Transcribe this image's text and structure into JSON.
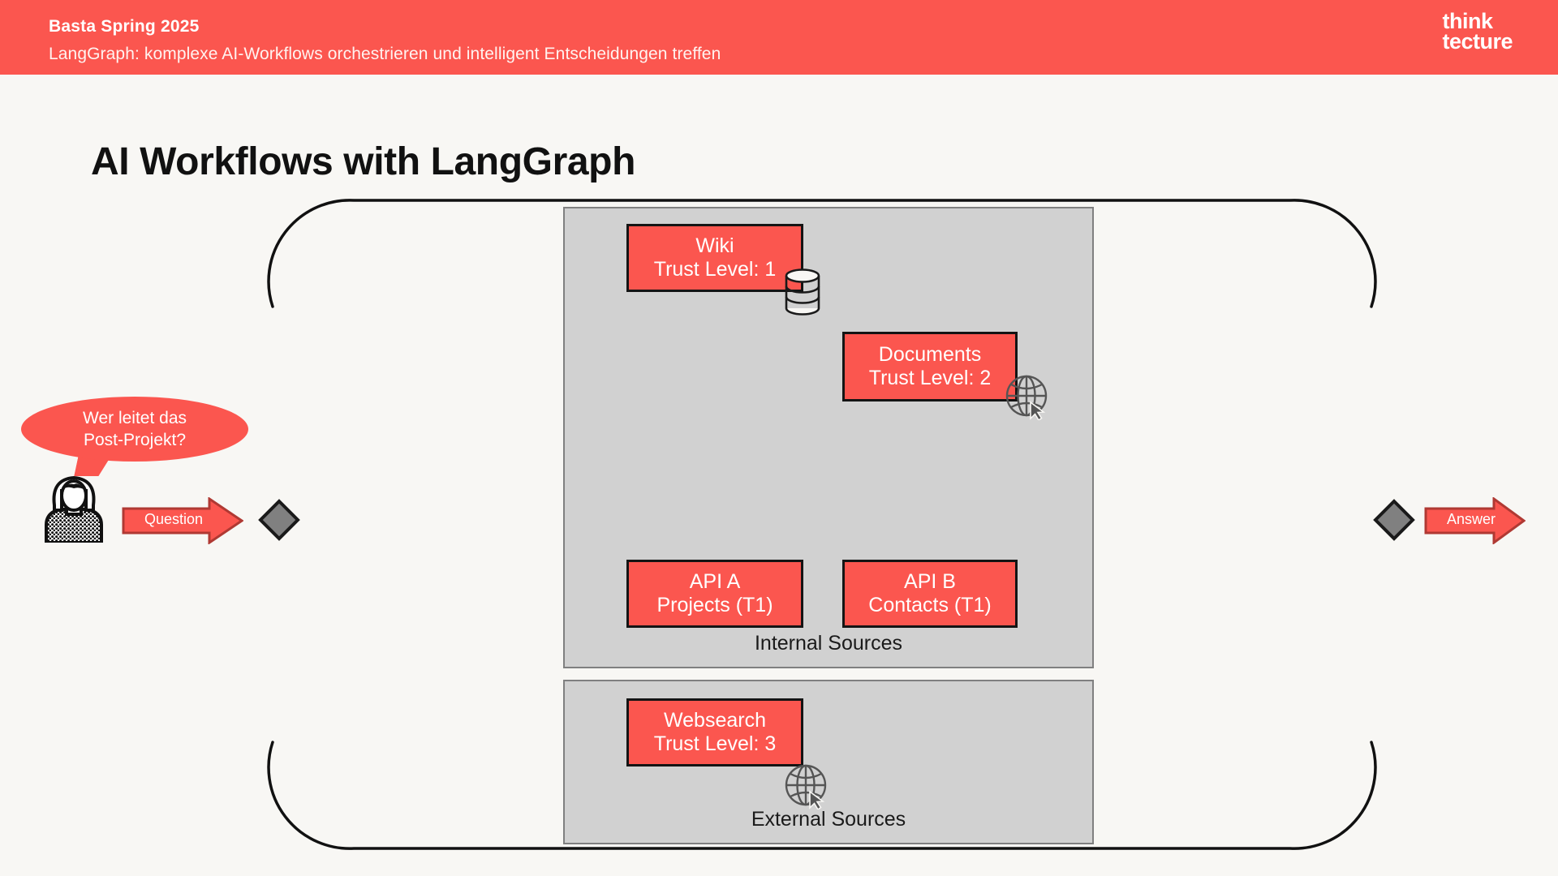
{
  "header": {
    "event": "Basta Spring 2025",
    "subtitle": "LangGraph: komplexe AI-Workflows orchestrieren und intelligent Entscheidungen treffen",
    "logo_line1": "think",
    "logo_line2": "tecture",
    "bar_color": "#FB564F",
    "text_color": "#FFFFFF"
  },
  "slide": {
    "title": "AI Workflows with LangGraph",
    "background_color": "#F8F7F4",
    "title_color": "#111111"
  },
  "user": {
    "speech_bubble": "Wer leitet das\nPost-Projekt?",
    "avatar_icon": "person-icon"
  },
  "flow": {
    "question_label": "Question",
    "answer_label": "Answer",
    "left_node_icon": "diamond-node",
    "right_node_icon": "diamond-node",
    "arrow_color": "#FB564F",
    "diamond_color": "#808080"
  },
  "groups": [
    {
      "id": "internal",
      "label": "Internal Sources",
      "fill_color": "#D1D1D1",
      "border_color": "#808080"
    },
    {
      "id": "external",
      "label": "External Sources",
      "fill_color": "#D1D1D1",
      "border_color": "#808080"
    }
  ],
  "nodes": [
    {
      "id": "wiki",
      "title": "Wiki",
      "subtitle": "Trust Level: 1",
      "icon": "database-icon",
      "group": "internal"
    },
    {
      "id": "documents",
      "title": "Documents",
      "subtitle": "Trust Level: 2",
      "icon": "globe-cursor-icon",
      "group": "internal"
    },
    {
      "id": "api_a",
      "title": "API A",
      "subtitle": "Projects (T1)",
      "icon": "none",
      "group": "internal"
    },
    {
      "id": "api_b",
      "title": "API B",
      "subtitle": "Contacts (T1)",
      "icon": "none",
      "group": "internal"
    },
    {
      "id": "websearch",
      "title": "Websearch",
      "subtitle": "Trust Level: 3",
      "icon": "globe-cursor-icon",
      "group": "external"
    }
  ],
  "colors": {
    "accent_red": "#FB564F",
    "node_border": "#141414",
    "container_gray": "#D1D1D1",
    "diamond_gray": "#808080",
    "background": "#F8F7F4"
  }
}
